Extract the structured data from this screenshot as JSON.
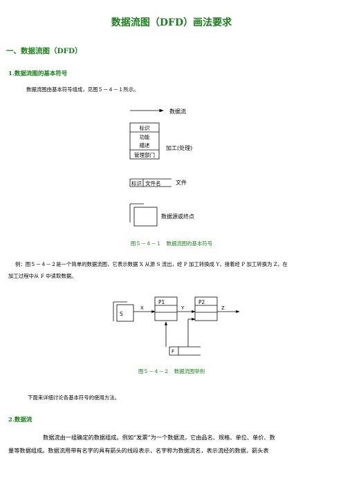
{
  "title": "数据流图（DFD）画法要求",
  "section1": "一、数据流图（DFD）",
  "sub1": "1.数据流图的基本符号",
  "sub1_text": "数据流图由基本符号组成，见图５－４－１所示。",
  "fig1": {
    "dataflow_label": "数据流",
    "process_rows": [
      "标识",
      "功能",
      "描述",
      "管理部门"
    ],
    "process_label": "加工(处理)",
    "file_id": "标识",
    "file_name": "文件名",
    "file_label": "文件",
    "source_label": "数据源或终点",
    "caption": "图５－４－１　数据流图的基本符号"
  },
  "example_text_1": "例：图５－４－２是一个简单的数据流图，它表示数据 X 从源 S 流出，经 P 加工转换成 Y，接着经 P 加工转换为 Z，在",
  "example_text_2": "加工过程中从 F 中读取数据。",
  "fig2": {
    "source": "S",
    "flow_x": "X",
    "p1": "P1",
    "flow_y": "Y",
    "p2": "P2",
    "flow_z": "Z",
    "file": "F",
    "caption": "图５－４－２　数据流图举例"
  },
  "usage_text": "下面来详细讨论各基本符号的使用方法。",
  "sub2": "2.数据流",
  "sub2_text_1": "数据流由一组确定的数据组成。例如“发票”为一个数据流，它由品名、规格、单位、单价、数",
  "sub2_text_2": "量等数据组成。数据流用带有名字的具有箭头的线段表示，名字称为数据流名，表示流经的数据，箭头表"
}
